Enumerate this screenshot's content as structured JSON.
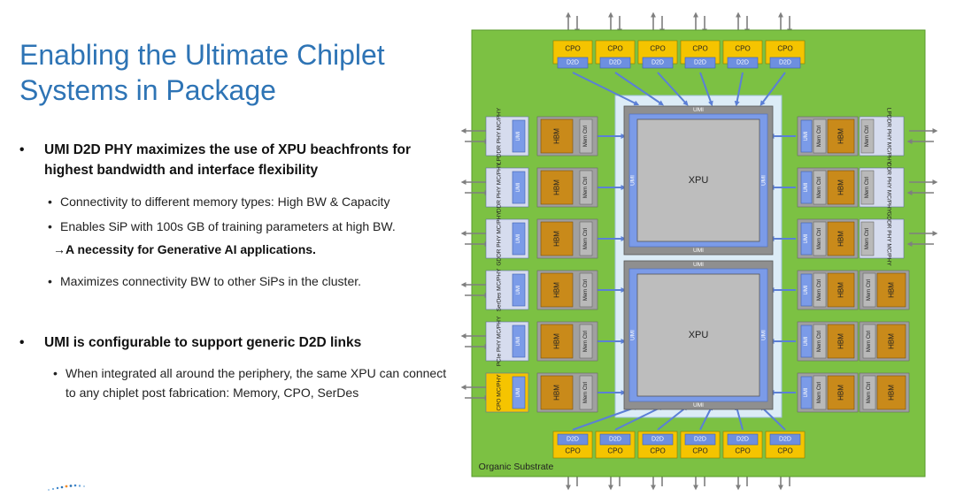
{
  "slide": {
    "title_line1": "Enabling the Ultimate Chiplet",
    "title_line2": "Systems in Package",
    "bullet_glyph": "•",
    "bullets": [
      {
        "text": "UMI D2D PHY maximizes the use of XPU beachfronts for highest bandwidth and interface flexibility"
      },
      {
        "text": "Connectivity to different memory types: High BW & Capacity"
      },
      {
        "text": "Enables SiP with 100s GB of training parameters at high BW."
      },
      {
        "text": "A necessity for Generative AI applications.",
        "prefix": "→"
      },
      {
        "text": "Maximizes connectivity BW to other SiPs in the cluster."
      },
      {
        "text": "UMI is configurable to support generic D2D links"
      },
      {
        "text": "When integrated all around the periphery, the same XPU can connect to any chiplet post fabrication: Memory, CPO, SerDes"
      }
    ]
  },
  "diagram": {
    "substrate_label": "Organic Substrate",
    "xpu_label": "XPU",
    "umi_label": "UMI",
    "cpo_label": "CPO",
    "d2d_label": "D2D",
    "hbm_label": "HBM",
    "memctrl_label": "Mem Ctrl",
    "left_phys": [
      "LPDDR PHY MC/PHY",
      "DDR PHY MC/PHY",
      "GDDR PHY MC/PHY",
      "SerDes MC/PHY",
      "PCIe PHY MC/PHY",
      "CPO MC/PHY"
    ],
    "right_phys": [
      "LPDDR PHY MC/PHY",
      "DDR PHY MC/PHY",
      "GDDR PHY MC/PHY"
    ],
    "colors": {
      "substrate": "#7cc143",
      "cpo": "#f5c400",
      "d2d": "#6d8fe0",
      "umi": "#7b9be8",
      "hbm": "#c98a1a",
      "memctrl": "#b9b9b9",
      "xpu": "#bdbdbd",
      "title": "#2e74b5"
    }
  }
}
